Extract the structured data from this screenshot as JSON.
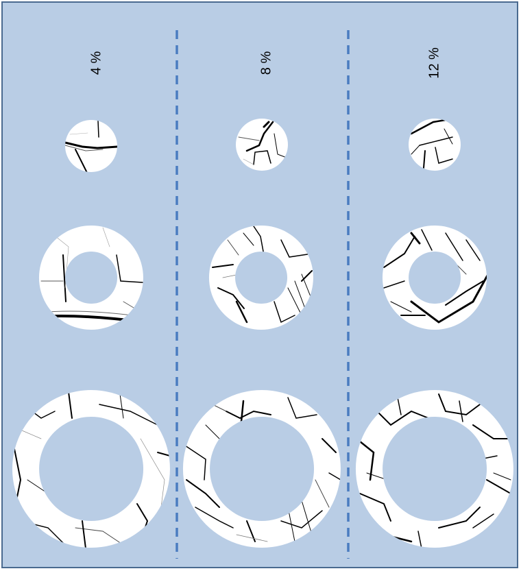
{
  "labels": {
    "col1": "4 %",
    "col2": "8 %",
    "col3": "12 %"
  },
  "colors": {
    "background": "#b9cde5",
    "divider": "#4a7cc0",
    "specimen": "#ffffff",
    "crack": "#000000"
  },
  "columns": [
    {
      "percent_label": "4 %",
      "specimens": [
        "small-disc",
        "medium-ring",
        "large-ring"
      ]
    },
    {
      "percent_label": "8 %",
      "specimens": [
        "small-disc",
        "medium-ring",
        "large-ring"
      ]
    },
    {
      "percent_label": "12 %",
      "specimens": [
        "small-disc",
        "medium-ring",
        "large-ring"
      ]
    }
  ]
}
